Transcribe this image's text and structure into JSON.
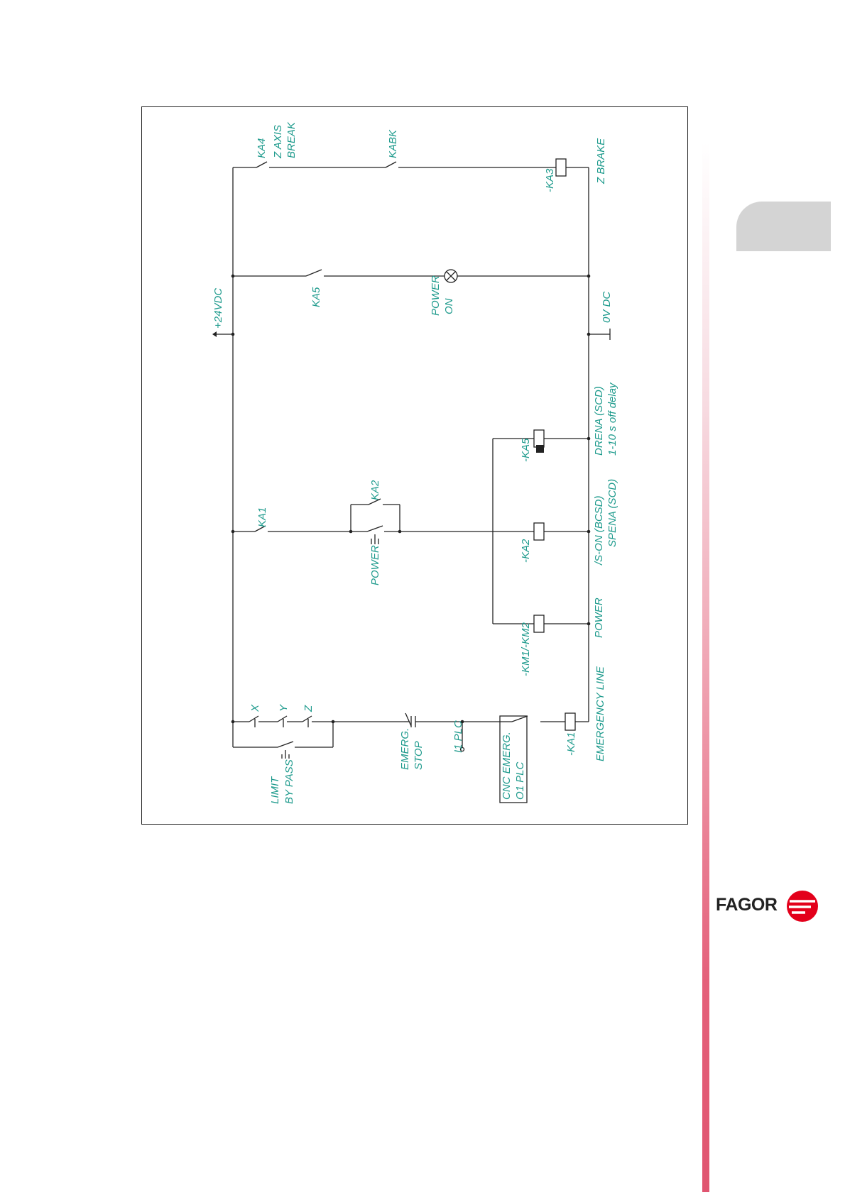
{
  "diagram": {
    "labels": {
      "supply_plus": "+24VDC",
      "supply_zero": "0V DC",
      "ka4": "KA4",
      "z_axis": "Z AXIS",
      "break_word": "BREAK",
      "kabk": "KABK",
      "ka3_coil": "-KA3",
      "z_brake": "Z BRAKE",
      "ka5_contact": "KA5",
      "power_lamp_1": "POWER",
      "power_lamp_2": "ON",
      "ka1_contact": "KA1",
      "ka2_contact": "KA2",
      "power_button": "POWER",
      "ka5_coil": "-KA5",
      "ka2_coil": "-KA2",
      "km_coil": "-KM1/-KM2",
      "drena": "DRENA (SCD)",
      "delay": "1-10 s off delay",
      "son": "/S-ON (BCSD)",
      "spena": "SPENA (SCD)",
      "power_coil": "POWER",
      "limit_x": "X",
      "limit_y": "Y",
      "limit_z": "Z",
      "limit": "LIMIT",
      "by_pass": "BY PASS",
      "emerg": "EMERG.",
      "stop": "STOP",
      "i1_plc": "I1 PLC",
      "cnc_emerg": "CNC EMERG.",
      "o1_plc": "O1 PLC",
      "ka1_coil": "-KA1",
      "emergency_line": "EMERGENCY LINE"
    }
  },
  "brand": {
    "name": "FAGOR",
    "color": "#e3001b"
  },
  "colors": {
    "label": "#1d9a8c",
    "wire": "#222222",
    "tab": "#d4d4d4"
  }
}
